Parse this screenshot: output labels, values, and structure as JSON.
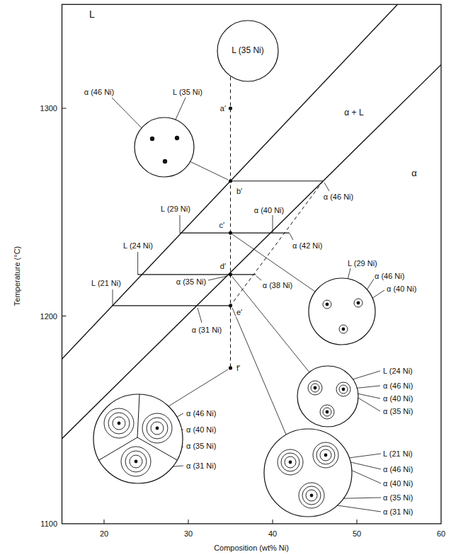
{
  "diagram": {
    "nodes": [
      {
        "text": [
          "L (35 Ni)"
        ]
      }
    ],
    "labels": [
      "L",
      "a′",
      "α + L",
      "1300",
      "α (46 Ni)",
      "L (35 Ni)",
      "α",
      "b′",
      "α (46 Ni)",
      "L (29 Ni)",
      "α (40 Ni)",
      "c′",
      "α (42 Ni)",
      "L (24 Ni)",
      "d′",
      "α (35 Ni)",
      "α (38 Ni)",
      "L (29 Ni)",
      "α (46 Ni)",
      "α (40 Ni)",
      "L (21 Ni)",
      "e′",
      "α (31 Ni)",
      "1200",
      "L (24 Ni)",
      "α (46 Ni)",
      "α (40 Ni)",
      "α (35 Ni)",
      "f′",
      "α (46 Ni)",
      "α (40 Ni)",
      "α (35 Ni)",
      "α (31 Ni)",
      "L (21 Ni)",
      "α (46 Ni)",
      "α (40 Ni)",
      "α (35 Ni)",
      "α (31 Ni)",
      "1100",
      "20",
      "30",
      "40",
      "50",
      "60",
      "Composition (wt% Ni)",
      "Temperature (°C)"
    ]
  }
}
